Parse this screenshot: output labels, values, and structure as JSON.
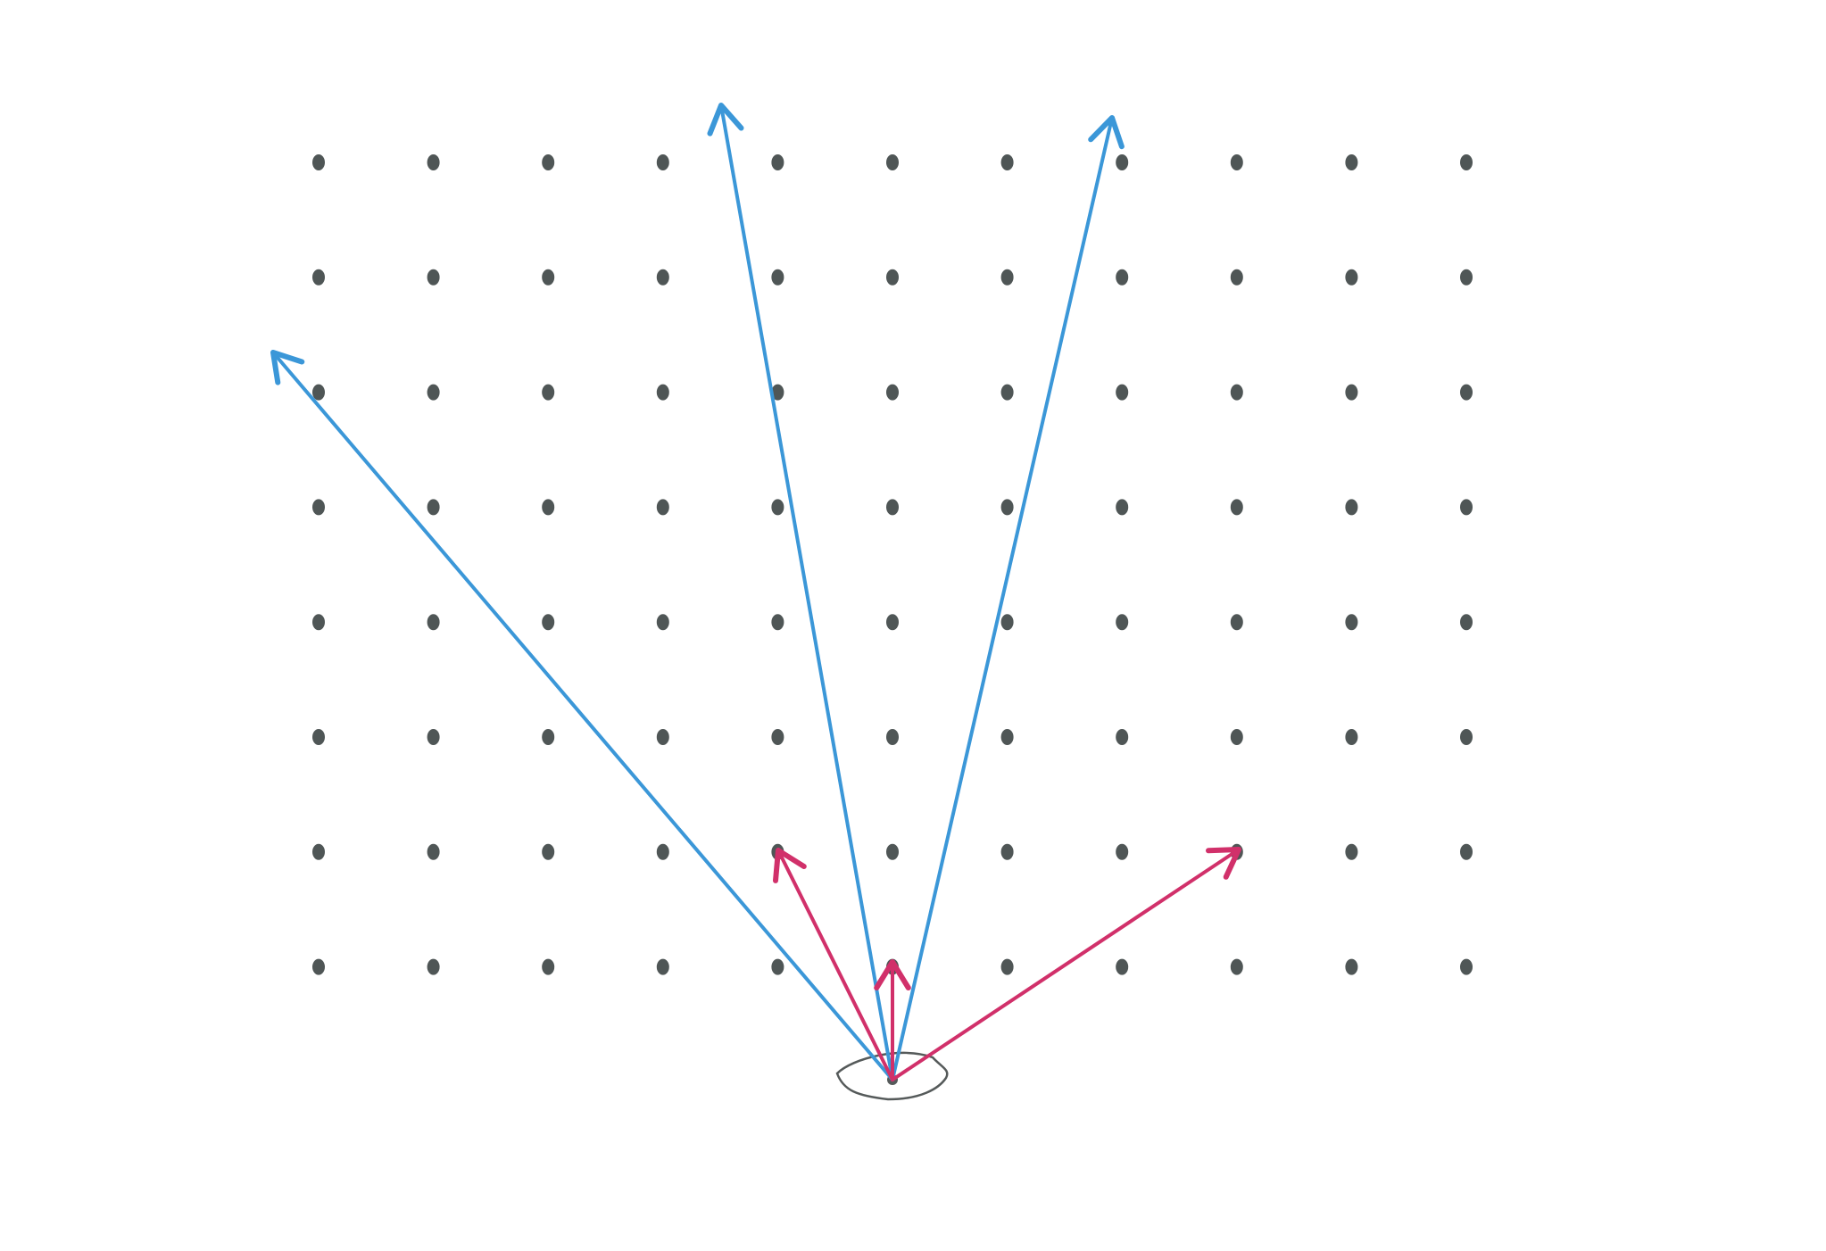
{
  "diagram": {
    "elements": {
      "dot_grid": {
        "rows": 8,
        "columns": 11,
        "color": "#4f5656"
      },
      "origin_eye": {
        "kind": "eye",
        "color": "#555a5a"
      },
      "long_rays": {
        "count": 3,
        "color": "#3b97d8"
      },
      "short_rays": {
        "count": 3,
        "color": "#d1306a"
      }
    }
  }
}
